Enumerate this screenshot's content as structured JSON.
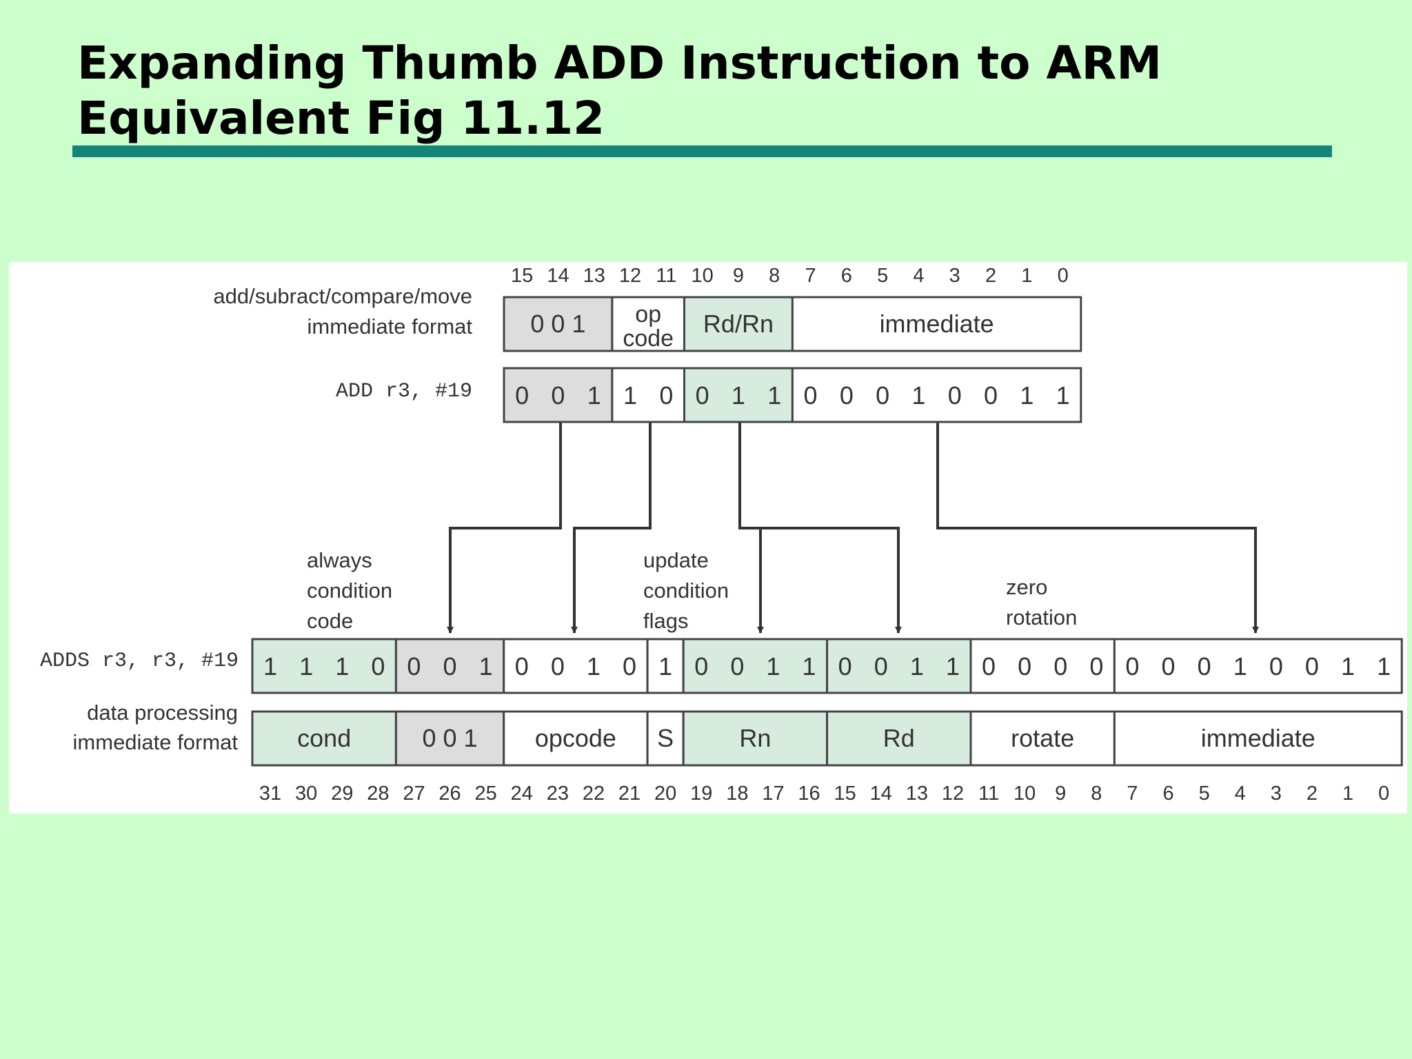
{
  "title": {
    "line1": "Expanding Thumb ADD Instruction to ARM",
    "line2": "Equivalent Fig 11.12"
  },
  "colors": {
    "background": "#ccffcc",
    "rule": "#15857a",
    "gray_field": "#dddddd",
    "green_field": "#d7ecdf",
    "white_field": "#ffffff"
  },
  "thumb": {
    "bit_numbers": [
      "15",
      "14",
      "13",
      "12",
      "11",
      "10",
      "9",
      "8",
      "7",
      "6",
      "5",
      "4",
      "3",
      "2",
      "1",
      "0"
    ],
    "format_label": [
      "add/subract/compare/move",
      "immediate format"
    ],
    "format_fields": [
      {
        "text": "0  0  1",
        "fill": "gray"
      },
      {
        "text": "op|code",
        "fill": "white"
      },
      {
        "text": "Rd/Rn",
        "fill": "green"
      },
      {
        "text": "immediate",
        "fill": "white"
      }
    ],
    "instr_label": "ADD r3, #19",
    "instr_fields": [
      {
        "bits": [
          "0",
          "0",
          "1"
        ],
        "fill": "gray"
      },
      {
        "bits": [
          "1",
          "0"
        ],
        "fill": "white"
      },
      {
        "bits": [
          "0",
          "1",
          "1"
        ],
        "fill": "green"
      },
      {
        "bits": [
          "0",
          "0",
          "0",
          "1",
          "0",
          "0",
          "1",
          "1"
        ],
        "fill": "white"
      }
    ]
  },
  "annotations": {
    "always": [
      "always",
      "condition",
      "code"
    ],
    "update": [
      "update",
      "condition",
      "flags"
    ],
    "zero": [
      "zero",
      "rotation"
    ]
  },
  "arm": {
    "instr_label": "ADDS r3, r3, #19",
    "instr_fields": [
      {
        "bits": [
          "1",
          "1",
          "1",
          "0"
        ],
        "fill": "green"
      },
      {
        "bits": [
          "0",
          "0",
          "1"
        ],
        "fill": "gray"
      },
      {
        "bits": [
          "0",
          "0",
          "1",
          "0"
        ],
        "fill": "white"
      },
      {
        "bits": [
          "1"
        ],
        "fill": "white"
      },
      {
        "bits": [
          "0",
          "0",
          "1",
          "1"
        ],
        "fill": "green"
      },
      {
        "bits": [
          "0",
          "0",
          "1",
          "1"
        ],
        "fill": "green"
      },
      {
        "bits": [
          "0",
          "0",
          "0",
          "0"
        ],
        "fill": "white"
      },
      {
        "bits": [
          "0",
          "0",
          "0",
          "1",
          "0",
          "0",
          "1",
          "1"
        ],
        "fill": "white"
      }
    ],
    "format_label": [
      "data processing",
      "immediate format"
    ],
    "format_fields": [
      {
        "text": "cond",
        "fill": "green"
      },
      {
        "text": "0  0  1",
        "fill": "gray"
      },
      {
        "text": "opcode",
        "fill": "white"
      },
      {
        "text": "S",
        "fill": "white"
      },
      {
        "text": "Rn",
        "fill": "green"
      },
      {
        "text": "Rd",
        "fill": "green"
      },
      {
        "text": "rotate",
        "fill": "white"
      },
      {
        "text": "immediate",
        "fill": "white"
      }
    ],
    "bit_numbers": [
      "31",
      "30",
      "29",
      "28",
      "27",
      "26",
      "25",
      "24",
      "23",
      "22",
      "21",
      "20",
      "19",
      "18",
      "17",
      "16",
      "15",
      "14",
      "13",
      "12",
      "11",
      "10",
      "9",
      "8",
      "7",
      "6",
      "5",
      "4",
      "3",
      "2",
      "1",
      "0"
    ]
  }
}
